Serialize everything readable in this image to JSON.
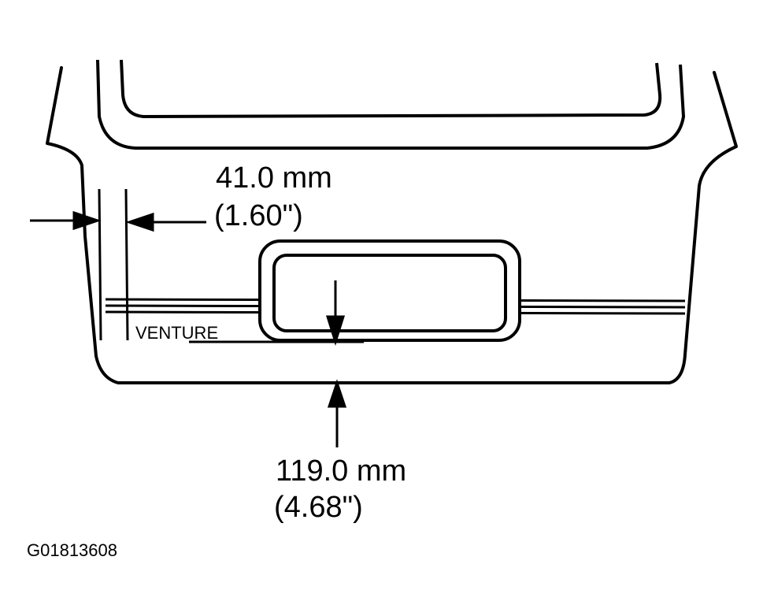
{
  "dimension_width": {
    "metric": "41.0 mm",
    "imperial": "(1.60\")"
  },
  "dimension_height": {
    "metric": "119.0 mm",
    "imperial": "(4.68\")"
  },
  "badge": {
    "text": "VENTURE"
  },
  "figure_id": "G01813608"
}
